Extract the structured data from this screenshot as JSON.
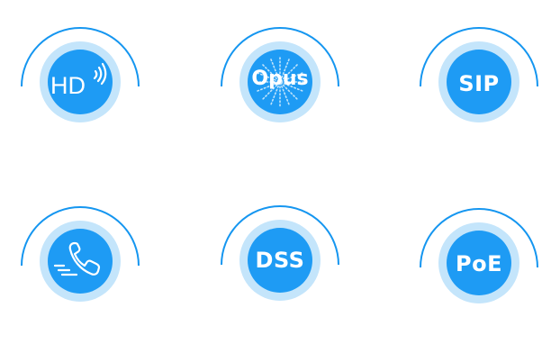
{
  "colors": {
    "arc": "#1596f0",
    "halo": "#c4e5fb",
    "core": "#1e9bf4",
    "text": "#ffffff"
  },
  "badges": [
    {
      "id": "hd",
      "label": "HD",
      "icon": "hd-wifi-icon"
    },
    {
      "id": "opus",
      "label": "Opus",
      "icon": "opus-sparkle-icon"
    },
    {
      "id": "sip",
      "label": "SIP",
      "icon": "sip-icon"
    },
    {
      "id": "phone",
      "label": "",
      "icon": "phone-call-icon"
    },
    {
      "id": "dss",
      "label": "DSS",
      "icon": "dss-icon"
    },
    {
      "id": "poe",
      "label": "PoE",
      "icon": "poe-icon"
    }
  ]
}
